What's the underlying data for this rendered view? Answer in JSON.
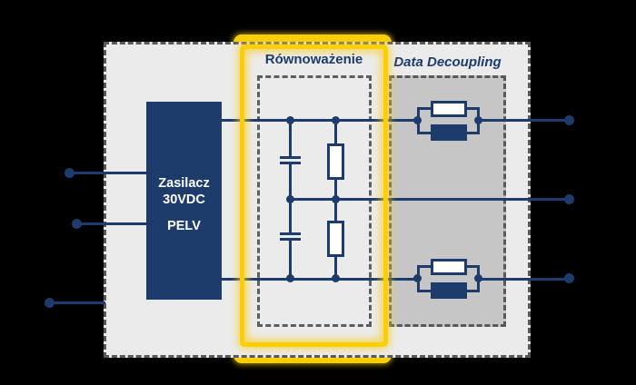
{
  "diagram": {
    "title": "Power supply decoupling block diagram",
    "power_supply": {
      "line1": "Zasilacz",
      "line2": "30VDC",
      "line3": "PELV"
    },
    "balancing": {
      "label": "Równoważenie"
    },
    "data_decoupling": {
      "label": "Data Decoupling"
    },
    "symbols": [
      "capacitor-symbol-upper",
      "capacitor-symbol-lower",
      "resistor-symbol-upper",
      "resistor-symbol-lower",
      "parallel-rc-decoupler-top",
      "parallel-rc-decoupler-bottom"
    ],
    "terminals": {
      "left_count": 3,
      "right_count": 3
    }
  },
  "colors": {
    "navy": "#1d3c6c",
    "yellow": "#fbce0a",
    "yellow-glow": "rgba(250,207,30,0.75)",
    "outer-fill": "#ebebeb",
    "data-fill": "#c6c6c6",
    "dash-gray": "#58585a",
    "dash-gray2": "#5e5e60"
  }
}
